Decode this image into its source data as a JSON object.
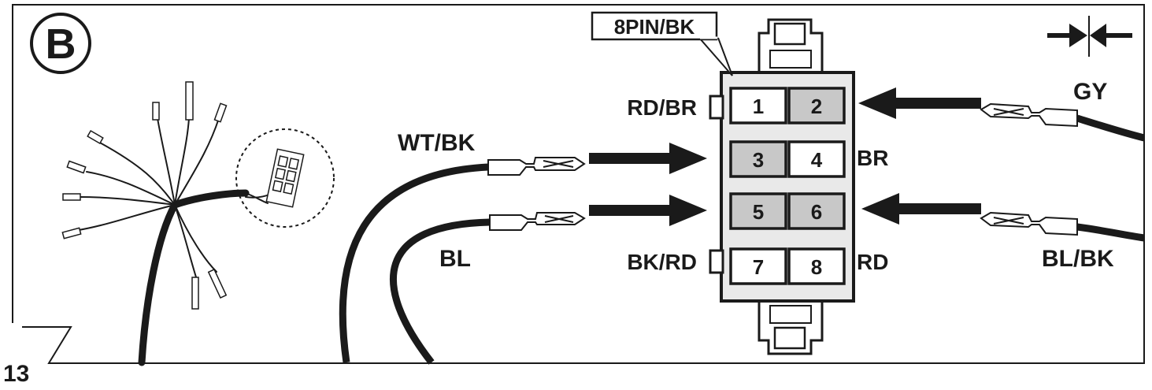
{
  "panel": {
    "letter": "B",
    "page_number": "13"
  },
  "connector": {
    "title": "8PIN/BK",
    "body_color": "#e9e9e9",
    "pins": [
      {
        "number": "1",
        "fill": "white"
      },
      {
        "number": "2",
        "fill": "gray"
      },
      {
        "number": "3",
        "fill": "gray"
      },
      {
        "number": "4",
        "fill": "white"
      },
      {
        "number": "5",
        "fill": "gray"
      },
      {
        "number": "6",
        "fill": "gray"
      },
      {
        "number": "7",
        "fill": "white"
      },
      {
        "number": "8",
        "fill": "white"
      }
    ],
    "pin_labels": {
      "pin1": "RD/BR",
      "pin4": "BR",
      "pin7": "BK/RD",
      "pin8": "RD"
    }
  },
  "wires": {
    "left_upper": "WT/BK",
    "left_lower": "BL",
    "right_upper": "GY",
    "right_lower": "BL/BK"
  },
  "colors": {
    "ink": "#1a1a1a",
    "pin_gray": "#c8c8c8",
    "pin_white": "#ffffff"
  }
}
